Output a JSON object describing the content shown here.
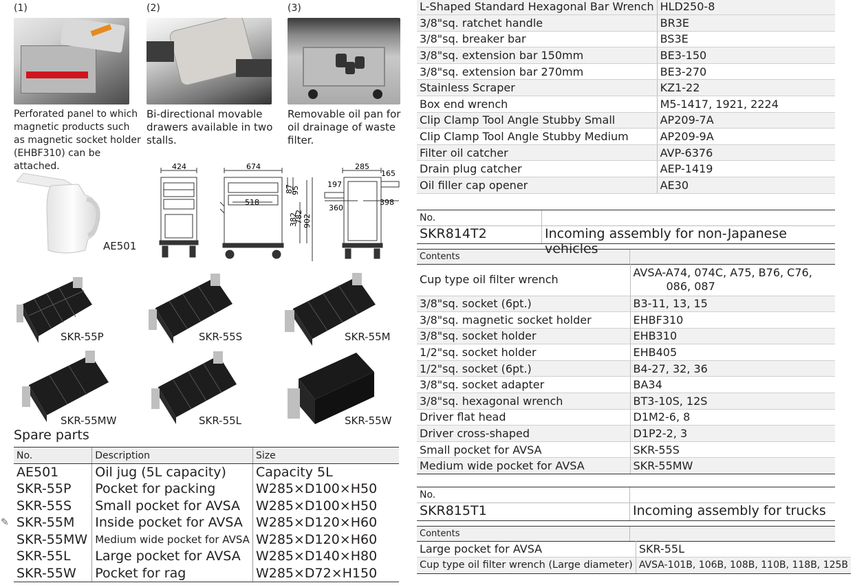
{
  "features": [
    {
      "num": "(1)",
      "caption": [
        "Perforated panel to which",
        "magnetic products such",
        "as magnetic socket holder",
        "(EHBF310) can be attached."
      ]
    },
    {
      "num": "(2)",
      "caption": [
        "Bi-directional movable",
        "drawers available in two",
        "stalls."
      ]
    },
    {
      "num": "(3)",
      "caption": [
        "Removable oil pan for",
        "oil drainage of waste",
        "filter."
      ]
    }
  ],
  "jug_label": "AE501",
  "dimensions": {
    "front_width": "424",
    "side_width": "674",
    "inner_width": "518",
    "h1": "87",
    "h2": "95",
    "h3": "382",
    "h4": "782",
    "h5": "902",
    "top_depth": "285",
    "d165": "165",
    "d197": "197",
    "d360": "360",
    "d398": "398"
  },
  "pockets": [
    "SKR-55P",
    "SKR-55S",
    "SKR-55M",
    "SKR-55MW",
    "SKR-55L",
    "SKR-55W"
  ],
  "spare_parts": {
    "title": "Spare parts",
    "headers": [
      "No.",
      "Description",
      "Size"
    ],
    "rows": [
      [
        "AE501",
        "Oil jug (5L capacity)",
        "Capacity 5L"
      ],
      [
        "SKR-55P",
        "Pocket for packing",
        "W285×D100×H50"
      ],
      [
        "SKR-55S",
        "Small pocket for AVSA",
        "W285×D100×H50"
      ],
      [
        "SKR-55M",
        "Inside pocket for AVSA",
        "W285×D120×H60"
      ],
      [
        "SKR-55MW",
        "Medium wide pocket for AVSA",
        "W285×D120×H60"
      ],
      [
        "SKR-55L",
        "Large pocket for AVSA",
        "W285×D140×H80"
      ],
      [
        "SKR-55W",
        "Pocket for rag",
        "W285×D72×H150"
      ]
    ]
  },
  "top_list": [
    [
      "L-Shaped Standard Hexagonal Bar Wrench",
      "HLD250-8"
    ],
    [
      "3/8\"sq. ratchet handle",
      "BR3E"
    ],
    [
      "3/8\"sq. breaker bar",
      "BS3E"
    ],
    [
      "3/8\"sq. extension bar 150mm",
      "BE3-150"
    ],
    [
      "3/8\"sq. extension bar 270mm",
      "BE3-270"
    ],
    [
      "Stainless Scraper",
      "KZ1-22"
    ],
    [
      "Box end wrench",
      "M5-1417, 1921, 2224"
    ],
    [
      "Clip Clamp Tool Angle Stubby Small",
      "AP209-7A"
    ],
    [
      "Clip Clamp Tool Angle Stubby Medium",
      "AP209-9A"
    ],
    [
      "Filter oil catcher",
      "AVP-6376"
    ],
    [
      "Drain plug catcher",
      "AEP-1419"
    ],
    [
      "Oil filler cap opener",
      "AE30"
    ]
  ],
  "kit1": {
    "no_label": "No.",
    "no": "SKR814T2",
    "title": "Incoming assembly for non-Japanese vehicles",
    "contents_label": "Contents",
    "rows": [
      [
        "Cup type oil filter wrench",
        "AVSA-A74, 074C, A75, B76, C76,",
        "086, 087"
      ],
      [
        "3/8\"sq. socket (6pt.)",
        "B3-11, 13, 15"
      ],
      [
        "3/8\"sq. magnetic socket holder",
        "EHBF310"
      ],
      [
        "3/8\"sq. socket holder",
        "EHB310"
      ],
      [
        "1/2\"sq. socket holder",
        "EHB405"
      ],
      [
        "1/2\"sq. socket (6pt.)",
        "B4-27, 32, 36"
      ],
      [
        "3/8\"sq. socket adapter",
        "BA34"
      ],
      [
        "3/8\"sq. hexagonal wrench",
        "BT3-10S, 12S"
      ],
      [
        "Driver flat head",
        "D1M2-6, 8"
      ],
      [
        "Driver cross-shaped",
        "D1P2-2, 3"
      ],
      [
        "Small pocket for AVSA",
        "SKR-55S"
      ],
      [
        "Medium wide pocket for AVSA",
        "SKR-55MW"
      ]
    ]
  },
  "kit2": {
    "no_label": "No.",
    "no": "SKR815T1",
    "title": "Incoming assembly for trucks",
    "contents_label": "Contents",
    "rows": [
      [
        "Large pocket for AVSA",
        "SKR-55L"
      ],
      [
        "Cup type oil filter wrench (Large diameter)",
        "AVSA-101B, 106B, 108B, 110B, 118B, 125B"
      ]
    ]
  }
}
